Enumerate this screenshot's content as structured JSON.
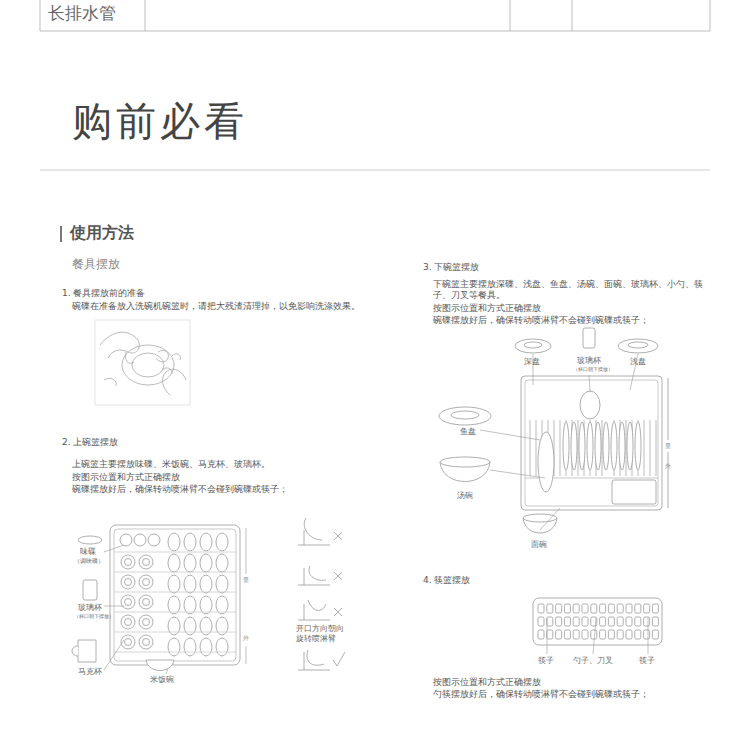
{
  "diagram": {
    "title": "购前必看",
    "labels": [
      "长排水管",
      "使用方法",
      "餐具摆放",
      "1. 餐具摆放前的准备",
      "碗碟在准备放入洗碗机碗篮时，请把大残渣清理掉，以免影响洗涤效果。",
      "2. 上碗篮摆放",
      "上碗篮主要摆放味碟、米饭碗、马克杯、玻璃杯。",
      "按图示位置和方式正确摆放",
      "碗碟摆放好后，确保转动喷淋臂不会碰到碗碟或筷子；",
      "味碟",
      "（调味碟）",
      "玻璃杯",
      "（杯口朝下摆放）",
      "马克杯",
      "米饭碗",
      "开口方向朝向 旋转喷淋臂",
      "里",
      "外",
      "3. 下碗篮摆放",
      "下碗篮主要摆放深碟、浅盘、鱼盘、汤碗、面碗、玻璃杯、小勺、筷子、刀叉等餐具。",
      "按图示位置和方式正确摆放",
      "碗碟摆放好后，确保转动喷淋臂不会碰到碗碟或筷子；",
      "深盘",
      "玻璃杯",
      "（杯口朝下摆放）",
      "浅盘",
      "鱼盘",
      "汤碗",
      "面碗",
      "里",
      "外",
      "4. 筷篮摆放",
      "筷子",
      "勺子、刀叉",
      "筷子",
      "按图示位置和方式正确摆放",
      "勺筷摆放好后，确保转动喷淋臂不会碰到碗碟或筷子；"
    ]
  }
}
